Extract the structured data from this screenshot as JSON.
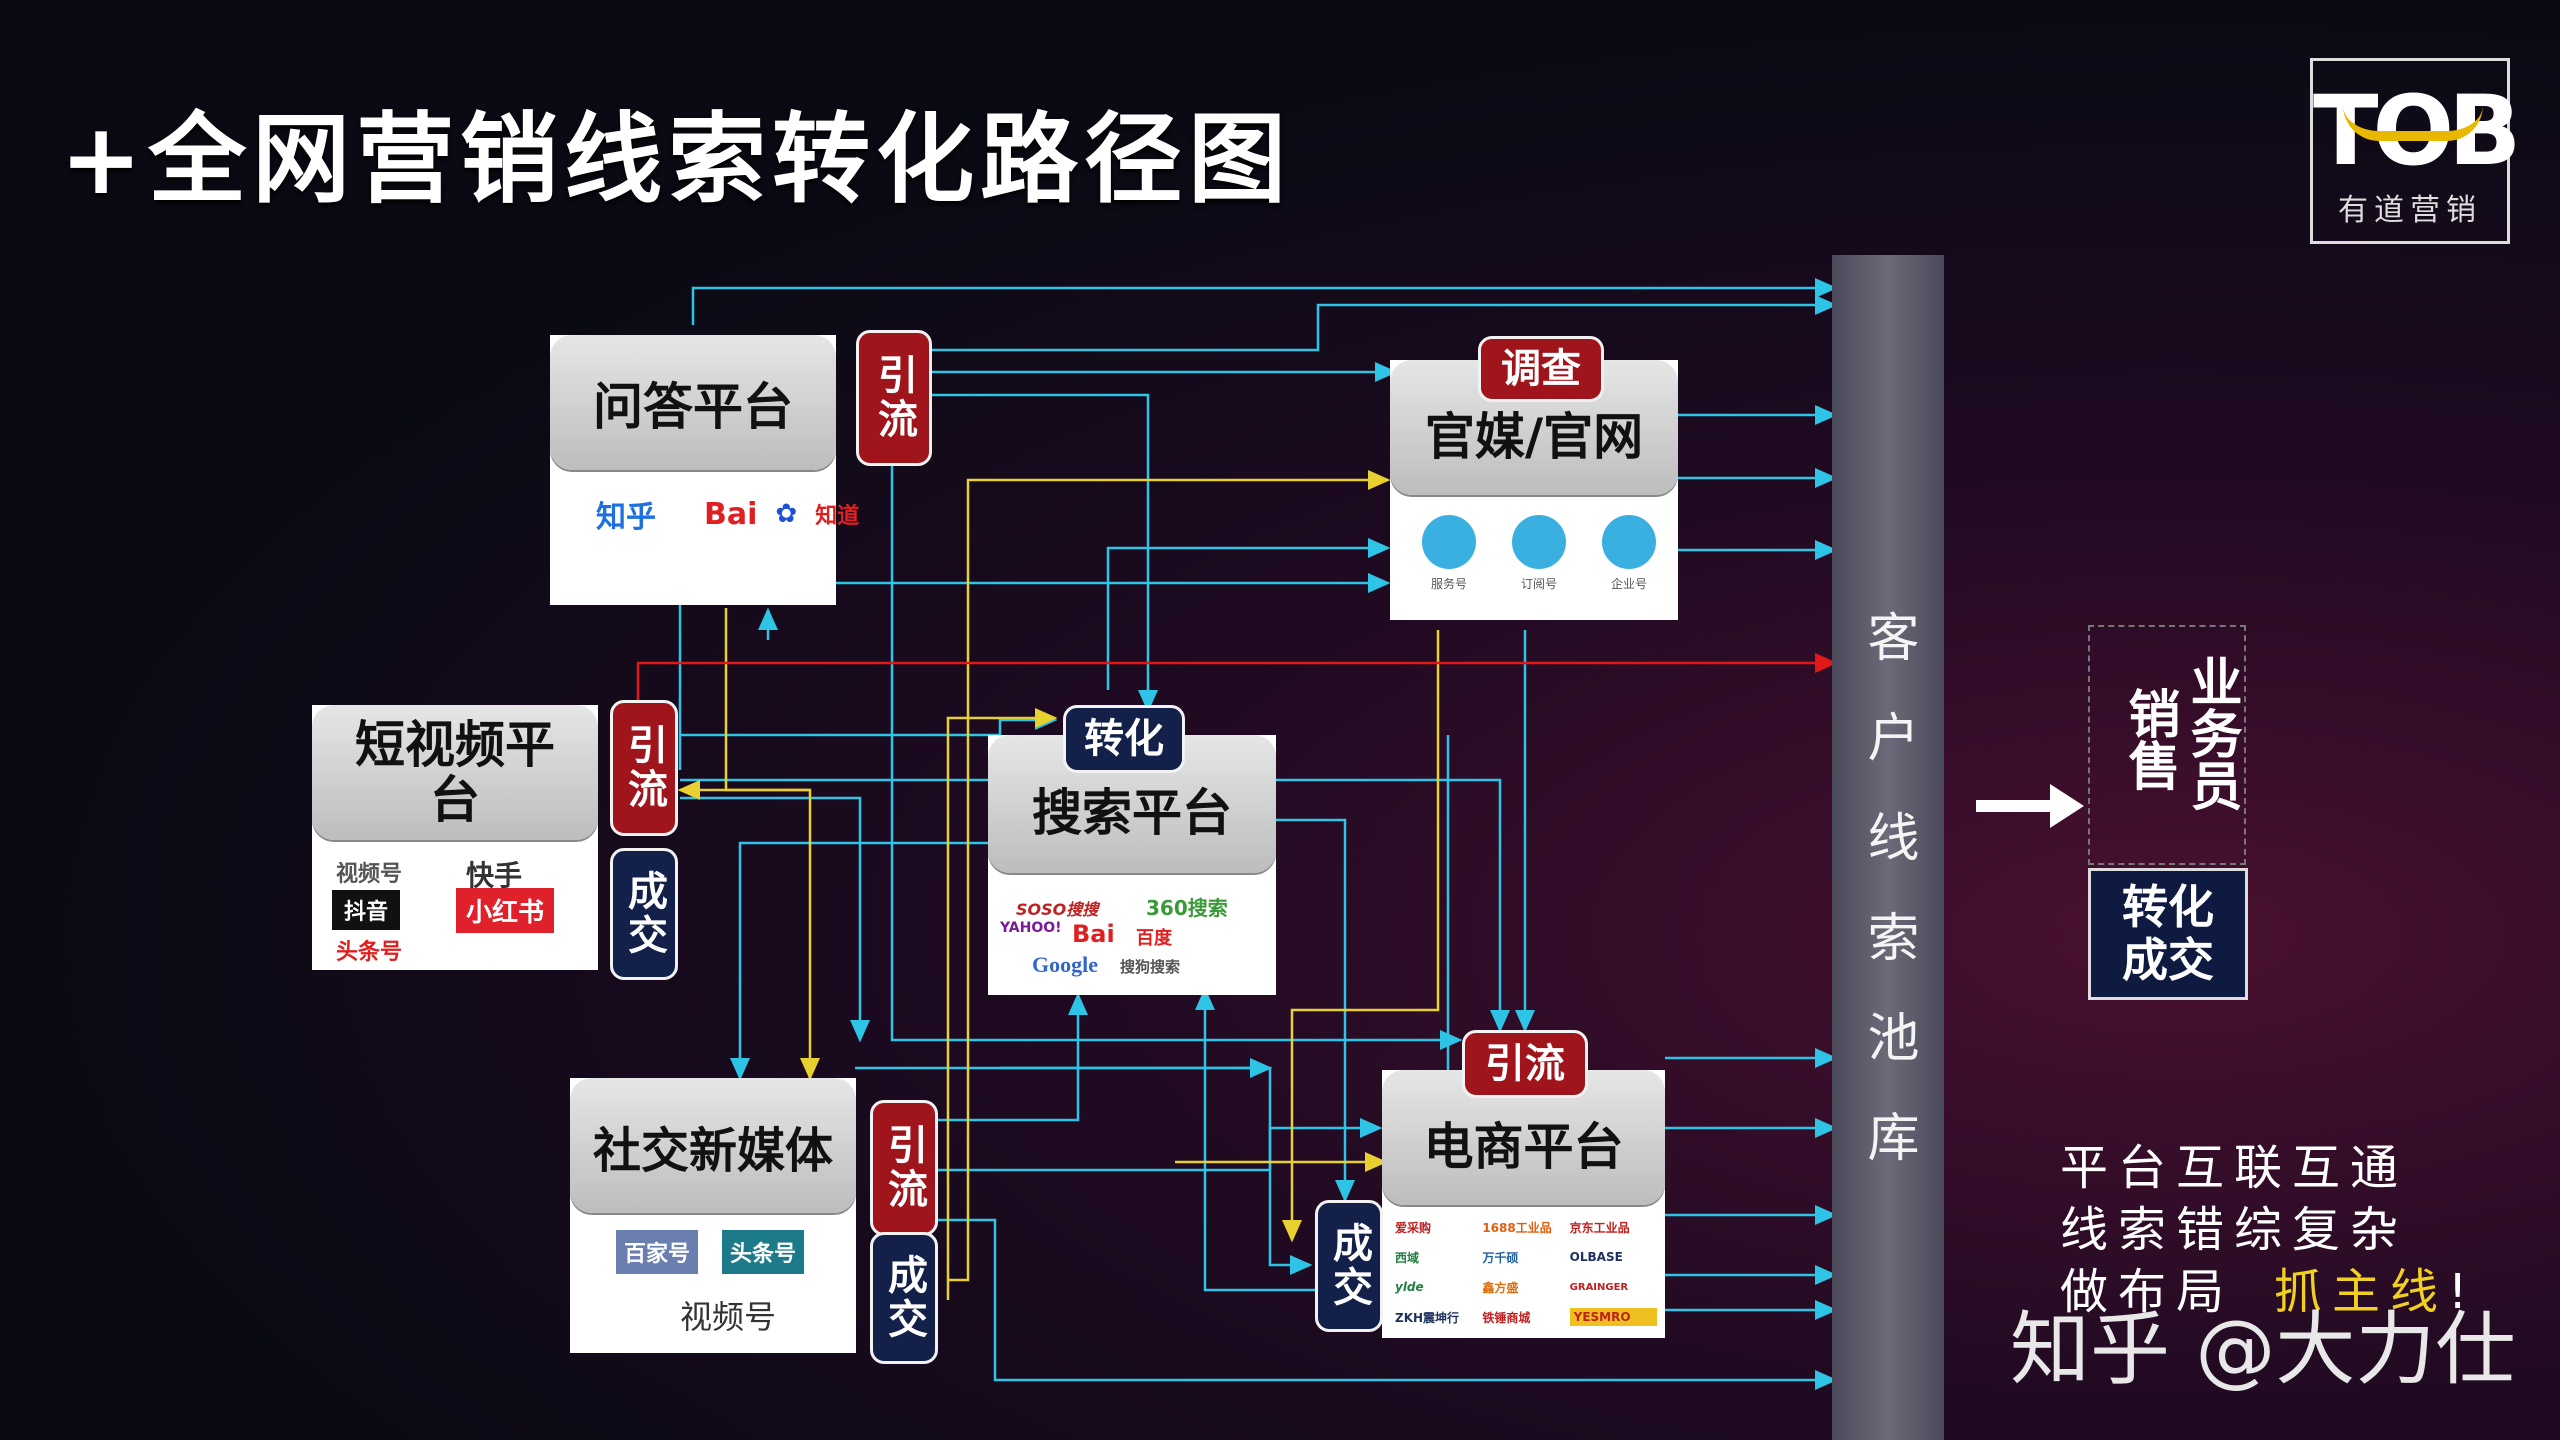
{
  "title": "+全网营销线索转化路径图",
  "brand": {
    "logo_text": "TOB",
    "subtitle": "有道营销"
  },
  "nodes": {
    "qa": {
      "header": "问答平台",
      "tag": "引流",
      "logos": [
        "知乎",
        "Bai",
        "知道"
      ]
    },
    "official": {
      "header": "官媒/官网",
      "tag": "调查",
      "icons": [
        "服务号",
        "订阅号",
        "企业号"
      ]
    },
    "short_video": {
      "header": "短视频平台",
      "tag1": "引流",
      "tag2": "成交",
      "logos": [
        "视频号",
        "快手",
        "抖音",
        "小红书",
        "头条号"
      ]
    },
    "search": {
      "header": "搜索平台",
      "tag": "转化",
      "logos": [
        "SOSO搜搜",
        "360搜索",
        "YAHOO!",
        "Bai",
        "百度",
        "Google",
        "搜狗搜索"
      ]
    },
    "social": {
      "header": "社交新媒体",
      "tag1": "引流",
      "tag2": "成交",
      "logos": [
        "百家号",
        "头条号",
        "视频号"
      ]
    },
    "ecommerce": {
      "header": "电商平台",
      "tag1": "引流",
      "tag2": "成交",
      "logos": [
        "爱采购",
        "1688工业品",
        "京东工业品",
        "西域",
        "万千硕",
        "OLBASE",
        "ylde",
        "鑫方盛",
        "GRAINGER",
        "ZKH震坤行",
        "铁锤商城",
        "YESMRO"
      ]
    }
  },
  "pool": {
    "label": "客户线索池库"
  },
  "sales": {
    "label1": "销售",
    "label2": "业务员",
    "result": "转化成交"
  },
  "notes": [
    "平台互联互通",
    "线索错综复杂",
    "做布局",
    "抓主线",
    "!"
  ],
  "watermark": "知乎 @大力仕",
  "colors": {
    "cyan": "#2ec4e6",
    "yellow": "#e8d030",
    "red": "#e01818",
    "tag_red": "#a0141c",
    "tag_navy": "#13204a",
    "highlight": "#f0d020"
  }
}
